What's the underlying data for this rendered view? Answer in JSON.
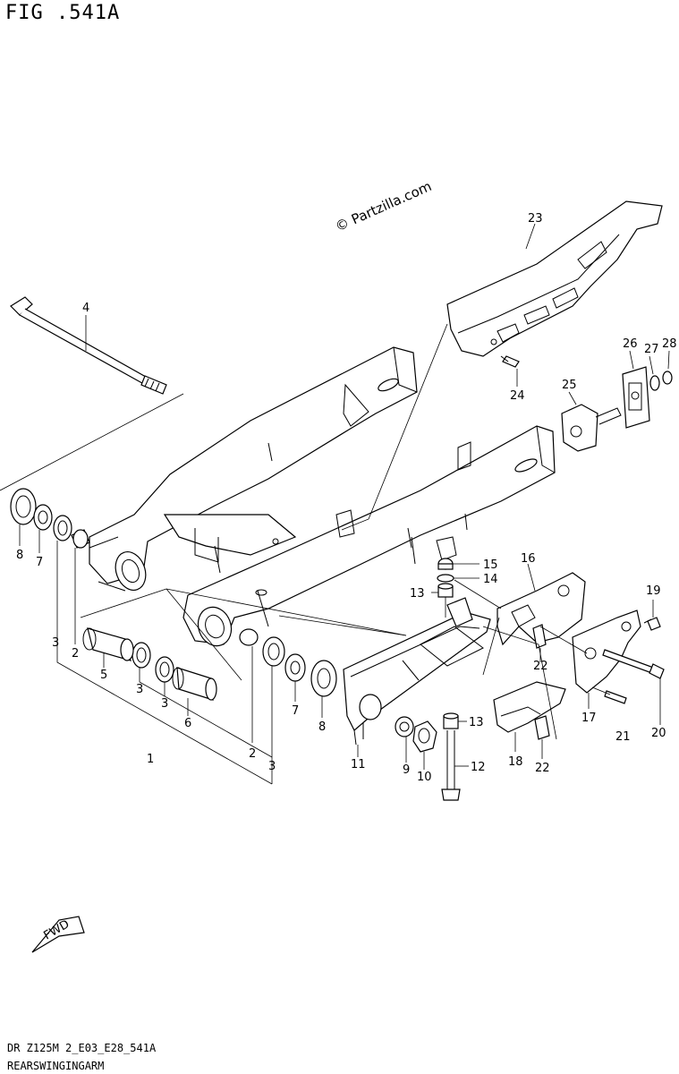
{
  "figure": {
    "title": "FIG .541A",
    "watermark": "© Partzilla.com",
    "footer_code": "DR Z125M 2_E03_E28_541A",
    "footer_name": "REARSWINGINGARM",
    "fwd_label": "FWD"
  },
  "callouts": [
    {
      "id": "c1",
      "label": "1"
    },
    {
      "id": "c2a",
      "label": "2"
    },
    {
      "id": "c2b",
      "label": "2"
    },
    {
      "id": "c3a",
      "label": "3"
    },
    {
      "id": "c3b",
      "label": "3"
    },
    {
      "id": "c3c",
      "label": "3"
    },
    {
      "id": "c3d",
      "label": "3"
    },
    {
      "id": "c4",
      "label": "4"
    },
    {
      "id": "c5",
      "label": "5"
    },
    {
      "id": "c6",
      "label": "6"
    },
    {
      "id": "c7a",
      "label": "7"
    },
    {
      "id": "c7b",
      "label": "7"
    },
    {
      "id": "c8a",
      "label": "8"
    },
    {
      "id": "c8b",
      "label": "8"
    },
    {
      "id": "c9",
      "label": "9"
    },
    {
      "id": "c10",
      "label": "10"
    },
    {
      "id": "c11",
      "label": "11"
    },
    {
      "id": "c12",
      "label": "12"
    },
    {
      "id": "c13a",
      "label": "13"
    },
    {
      "id": "c13b",
      "label": "13"
    },
    {
      "id": "c14",
      "label": "14"
    },
    {
      "id": "c15",
      "label": "15"
    },
    {
      "id": "c16",
      "label": "16"
    },
    {
      "id": "c17",
      "label": "17"
    },
    {
      "id": "c18",
      "label": "18"
    },
    {
      "id": "c19",
      "label": "19"
    },
    {
      "id": "c20",
      "label": "20"
    },
    {
      "id": "c21",
      "label": "21"
    },
    {
      "id": "c22a",
      "label": "22"
    },
    {
      "id": "c22b",
      "label": "22"
    },
    {
      "id": "c23",
      "label": "23"
    },
    {
      "id": "c24",
      "label": "24"
    },
    {
      "id": "c25",
      "label": "25"
    },
    {
      "id": "c26",
      "label": "26"
    },
    {
      "id": "c27",
      "label": "27"
    },
    {
      "id": "c28",
      "label": "28"
    }
  ]
}
